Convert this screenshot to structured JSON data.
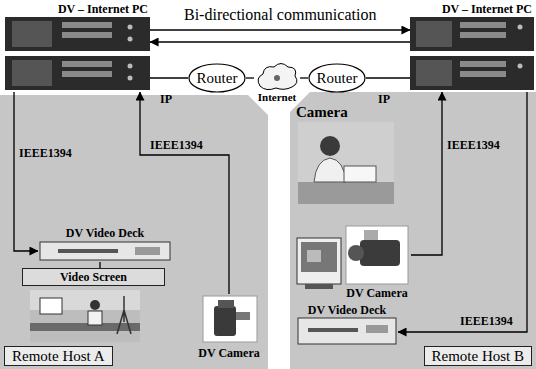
{
  "diagram": {
    "nodes": [
      {
        "text": [
          "DV – Internet PC"
        ]
      },
      {
        "text": [
          "DV – Internet PC"
        ]
      },
      {
        "text": [
          "Router"
        ]
      },
      {
        "text": [
          "Internet"
        ]
      },
      {
        "text": [
          "Router"
        ]
      },
      {
        "text": [
          "Remote Host A"
        ]
      },
      {
        "text": [
          "DV Video Deck"
        ],
        "in": 5
      },
      {
        "text": [
          "Video Screen"
        ],
        "in": 5
      },
      {
        "text": [
          "DV Camera"
        ],
        "in": 5
      },
      {
        "text": [
          "Remote Host B"
        ]
      },
      {
        "text": [
          "Camera"
        ],
        "in": 9
      },
      {
        "text": [
          "DV Camera"
        ],
        "in": 9
      },
      {
        "text": [
          "DV Video Deck"
        ],
        "in": 9
      }
    ],
    "edges": [
      {
        "from": 0,
        "to": 1,
        "arrow": "to",
        "label": "Bi-directional communication"
      },
      {
        "from": 1,
        "to": 0,
        "arrow": "to"
      },
      {
        "from": 0,
        "to": 2,
        "arrow": "none",
        "label": "IP"
      },
      {
        "from": 2,
        "to": 3,
        "arrow": "none"
      },
      {
        "from": 3,
        "to": 4,
        "arrow": "none"
      },
      {
        "from": 4,
        "to": 1,
        "arrow": "none",
        "label": "IP"
      },
      {
        "from": 0,
        "to": 6,
        "arrow": "to",
        "label": "IEEE1394"
      },
      {
        "from": 8,
        "to": 0,
        "arrow": "to",
        "label": "IEEE1394"
      },
      {
        "from": 11,
        "to": 1,
        "arrow": "to",
        "label": "IEEE1394"
      },
      {
        "from": 1,
        "to": 12,
        "arrow": "to",
        "label": "IEEE1394"
      },
      {
        "from": 6,
        "to": 7,
        "arrow": "none"
      }
    ]
  }
}
